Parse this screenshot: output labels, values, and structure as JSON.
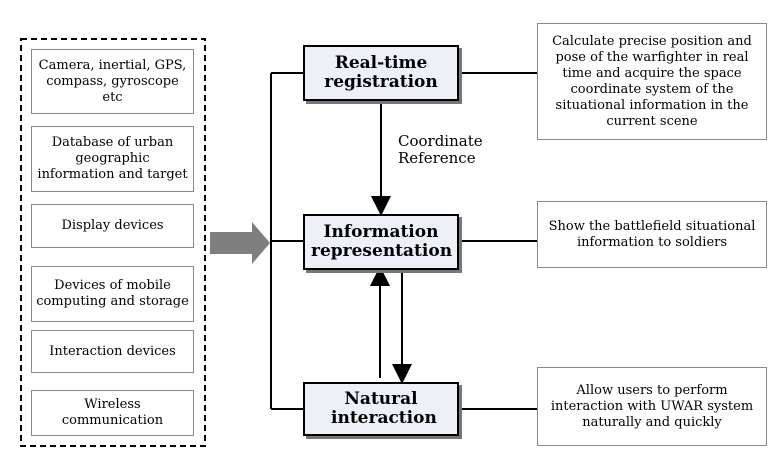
{
  "hardware": [
    "Camera, inertial, GPS, compass, gyroscope etc",
    "Database of urban geographic information and target",
    "Display devices",
    "Devices of mobile computing and storage",
    "Interaction devices",
    "Wireless communication"
  ],
  "modules": {
    "registration": "Real-time registration",
    "representation": "Information representation",
    "interaction": "Natural interaction"
  },
  "descriptions": {
    "registration": "Calculate precise position and pose of the warfighter in real time and acquire the space coordinate system of the situational information in the current scene",
    "representation": "Show the battlefield situational information to soldiers",
    "interaction": "Allow users to perform interaction with UWAR system naturally and quickly"
  },
  "coordinate_label": "Coordinate Reference"
}
